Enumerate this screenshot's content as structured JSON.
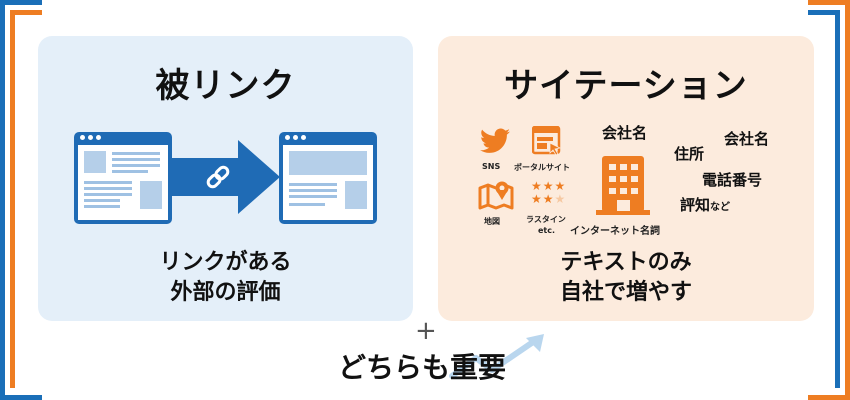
{
  "colors": {
    "blue": "#1a6fb8",
    "orange": "#ee7d22",
    "left_panel_bg": "#e4eff9",
    "right_panel_bg": "#fcebdd",
    "trend_arrow": "#b9d6ee"
  },
  "left_panel": {
    "title": "被リンク",
    "diagram": {
      "source_icon": "browser-window-icon",
      "link_icon": "chain-link-icon",
      "target_icon": "browser-window-icon"
    },
    "caption_line1": "リンクがある",
    "caption_line2": "外部の評価"
  },
  "right_panel": {
    "title": "サイテーション",
    "sources": [
      {
        "icon": "twitter-bird-icon",
        "label": "SNS"
      },
      {
        "icon": "portal-site-icon",
        "label": "ポータルサイト"
      },
      {
        "icon": "map-pin-icon",
        "label": "地図"
      },
      {
        "icon": "star-rating-icon",
        "label": "ラスタイン",
        "sublabel": "etc."
      }
    ],
    "building": {
      "icon": "building-icon",
      "label": "インターネット名詞"
    },
    "mentions": [
      "会社名",
      "会社名",
      "住所",
      "電話番号",
      "評知",
      "など"
    ],
    "caption_line1": "テキストのみ",
    "caption_line2": "自社で増やす"
  },
  "footer": {
    "plus": "+",
    "title": "どちらも重要"
  }
}
